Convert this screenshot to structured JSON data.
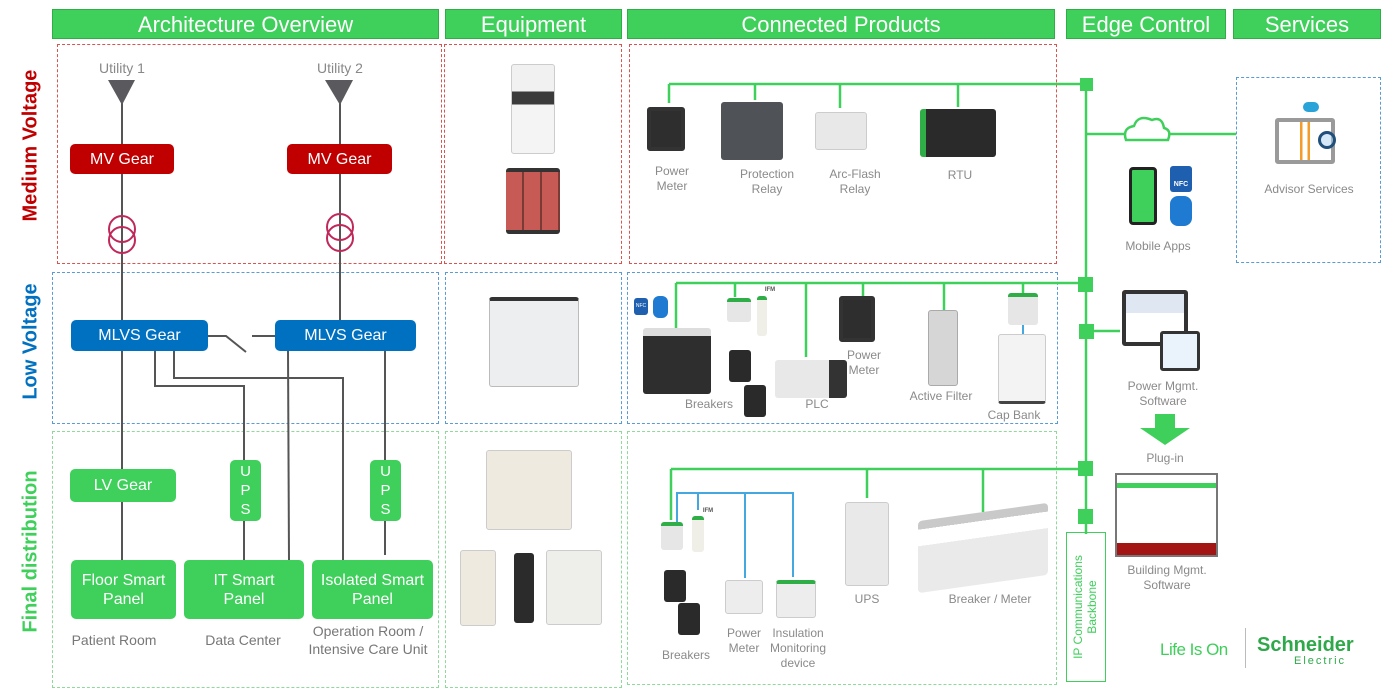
{
  "headers": {
    "architecture": "Architecture Overview",
    "equipment": "Equipment",
    "connected": "Connected Products",
    "edge": "Edge Control",
    "services": "Services"
  },
  "rows": {
    "medium": "Medium Voltage",
    "low": "Low Voltage",
    "final": "Final distribution"
  },
  "colors": {
    "green": "#3fcf5b",
    "red": "#c00000",
    "blue": "#0070c0",
    "line_gray": "#555555",
    "link_blue": "#45a7e0"
  },
  "architecture": {
    "utility1": "Utility 1",
    "utility2": "Utility 2",
    "mv_gear1": "MV Gear",
    "mv_gear2": "MV Gear",
    "mlvs1": "MLVS  Gear",
    "mlvs2": "MLVS Gear",
    "lv_gear": "LV Gear",
    "ups1": "U\nP\nS",
    "ups2": "U\nP\nS",
    "floor_panel": "Floor Smart Panel",
    "it_panel": "IT Smart Panel",
    "isolated_panel": "Isolated Smart Panel",
    "patient_room": "Patient Room",
    "data_center": "Data Center",
    "operation_room": "Operation Room / Intensive Care Unit"
  },
  "connected": {
    "mv": [
      "Power Meter",
      "Protection Relay",
      "Arc-Flash Relay",
      "RTU"
    ],
    "lv": [
      "Breakers",
      "PLC",
      "Power Meter",
      "Active Filter",
      "Cap Bank"
    ],
    "lv_ifm": "IFM",
    "lv_nfc": "NFC",
    "fd": [
      "Breakers",
      "Power Meter",
      "Insulation Monitoring device",
      "UPS",
      "Breaker / Meter"
    ],
    "fd_ifm": "IFM"
  },
  "edge": {
    "mobile_apps": "Mobile Apps",
    "nfc": "NFC",
    "power_mgmt": "Power Mgmt. Software",
    "plugin": "Plug-in",
    "building_mgmt": "Building Mgmt. Software",
    "backbone": "IP Communications Backbone"
  },
  "services": {
    "advisor": "Advisor Services"
  },
  "brand": {
    "tagline": "Life Is On",
    "name": "Schneider",
    "sub": "Electric"
  }
}
